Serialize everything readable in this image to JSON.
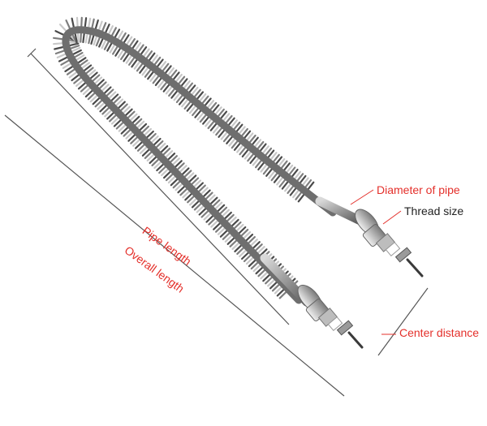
{
  "image": {
    "subject": "U-shaped finned tubular heating element with threaded flanges and terminals",
    "colors": {
      "background": "#ffffff",
      "steel": "#8e8e8e",
      "fin_dark": "#4a4a4a",
      "label_red": "#e4302b",
      "label_dark": "#222222",
      "dimension_line": "#555555"
    }
  },
  "labels": {
    "diameter_of_pipe": "Diameter of pipe",
    "thread_size": "Thread size",
    "pipe_length": "Pipe length",
    "overall_length": "Overall length",
    "center_distance": "Center distance"
  }
}
